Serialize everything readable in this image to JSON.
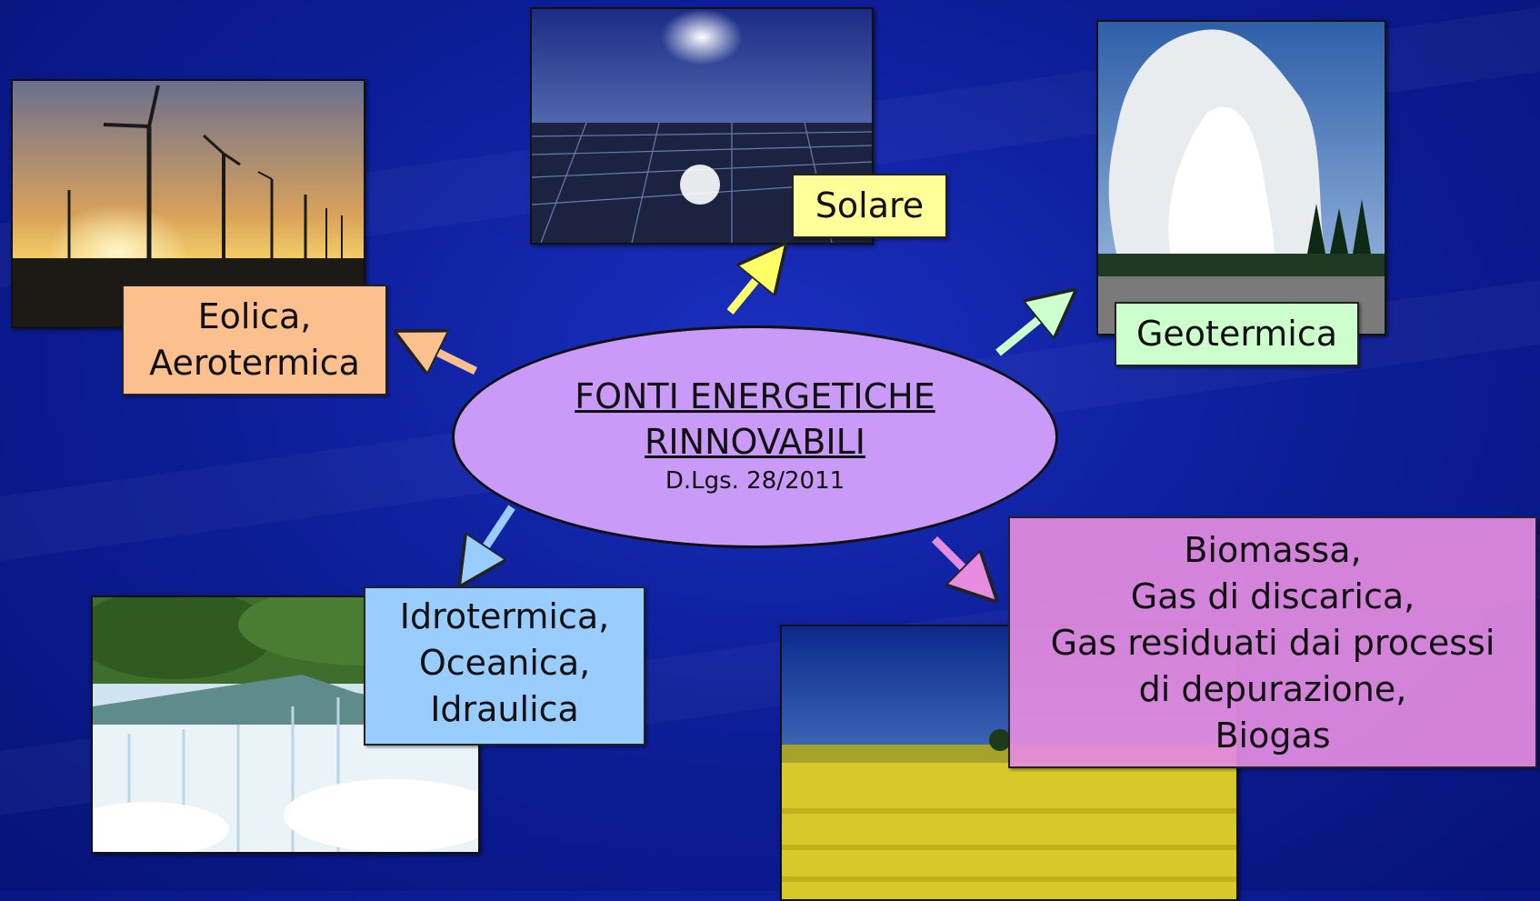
{
  "center": {
    "line1": "FONTI ENERGETICHE",
    "line2": "RINNOVABILI",
    "subtitle": "D.Lgs. 28/2011"
  },
  "nodes": {
    "eolica": {
      "lines": [
        "Eolica,",
        "Aerotermica"
      ],
      "color": "#fcc08e"
    },
    "solare": {
      "lines": [
        "Solare"
      ],
      "color": "#ffff99"
    },
    "geotermica": {
      "lines": [
        "Geotermica"
      ],
      "color": "#ccffcc"
    },
    "idro": {
      "lines": [
        "Idrotermica,",
        "Oceanica,",
        "Idraulica"
      ],
      "color": "#99ccff"
    },
    "biomassa": {
      "lines": [
        "Biomassa,",
        "Gas di discarica,",
        "Gas residuati dai processi",
        "di depurazione,",
        "Biogas"
      ],
      "color": "#e58ce0"
    }
  },
  "arrow_colors": {
    "eolica": "#fcc08e",
    "solare": "#ffff66",
    "geotermica": "#ccffcc",
    "idro": "#99ccff",
    "biomassa": "#e58ce0"
  },
  "photos": [
    "wind-turbines-photo",
    "solar-panels-photo",
    "geyser-photo",
    "waterfall-photo",
    "rapeseed-field-photo"
  ]
}
